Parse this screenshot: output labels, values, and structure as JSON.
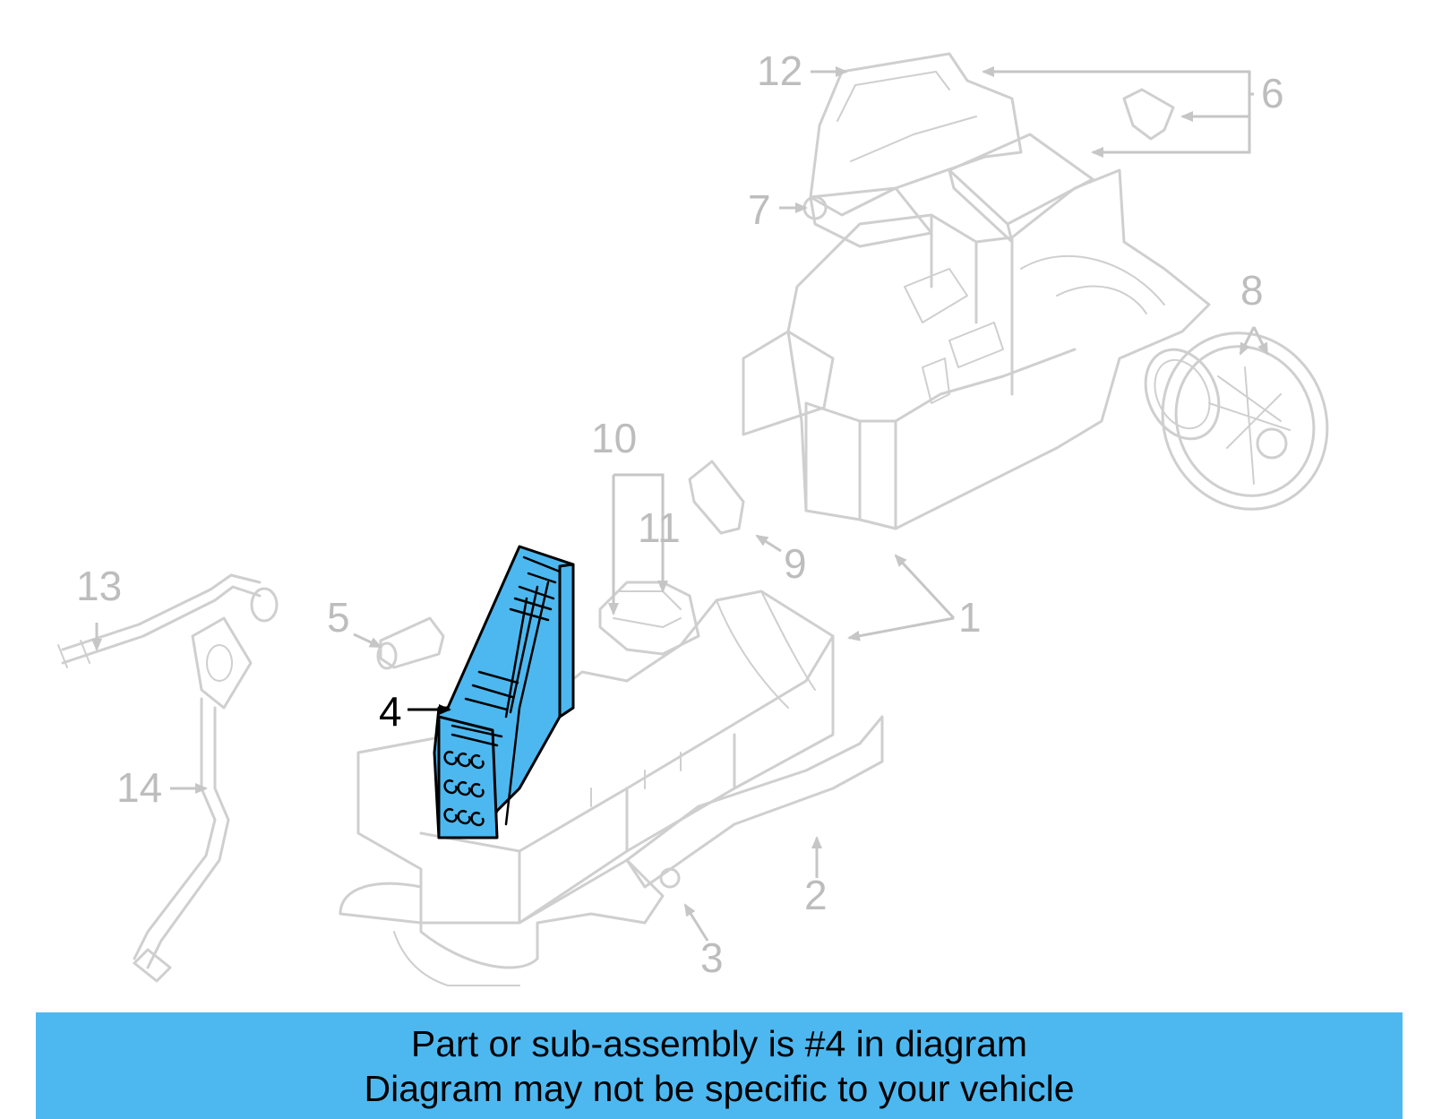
{
  "diagram": {
    "highlight_color": "#4db8f0",
    "ghost_color": "#cfcfcf",
    "callouts": [
      {
        "id": "c1",
        "label": "1"
      },
      {
        "id": "c2",
        "label": "2"
      },
      {
        "id": "c3",
        "label": "3"
      },
      {
        "id": "c4",
        "label": "4",
        "highlighted": true
      },
      {
        "id": "c5",
        "label": "5"
      },
      {
        "id": "c6",
        "label": "6"
      },
      {
        "id": "c7",
        "label": "7"
      },
      {
        "id": "c8",
        "label": "8"
      },
      {
        "id": "c9",
        "label": "9"
      },
      {
        "id": "c10",
        "label": "10"
      },
      {
        "id": "c11",
        "label": "11"
      },
      {
        "id": "c12",
        "label": "12"
      },
      {
        "id": "c13",
        "label": "13"
      },
      {
        "id": "c14",
        "label": "14"
      }
    ]
  },
  "banner": {
    "line1": "Part or sub-assembly is #4 in diagram",
    "line2": "Diagram may not be specific to your vehicle",
    "color": "#4db8f0"
  }
}
